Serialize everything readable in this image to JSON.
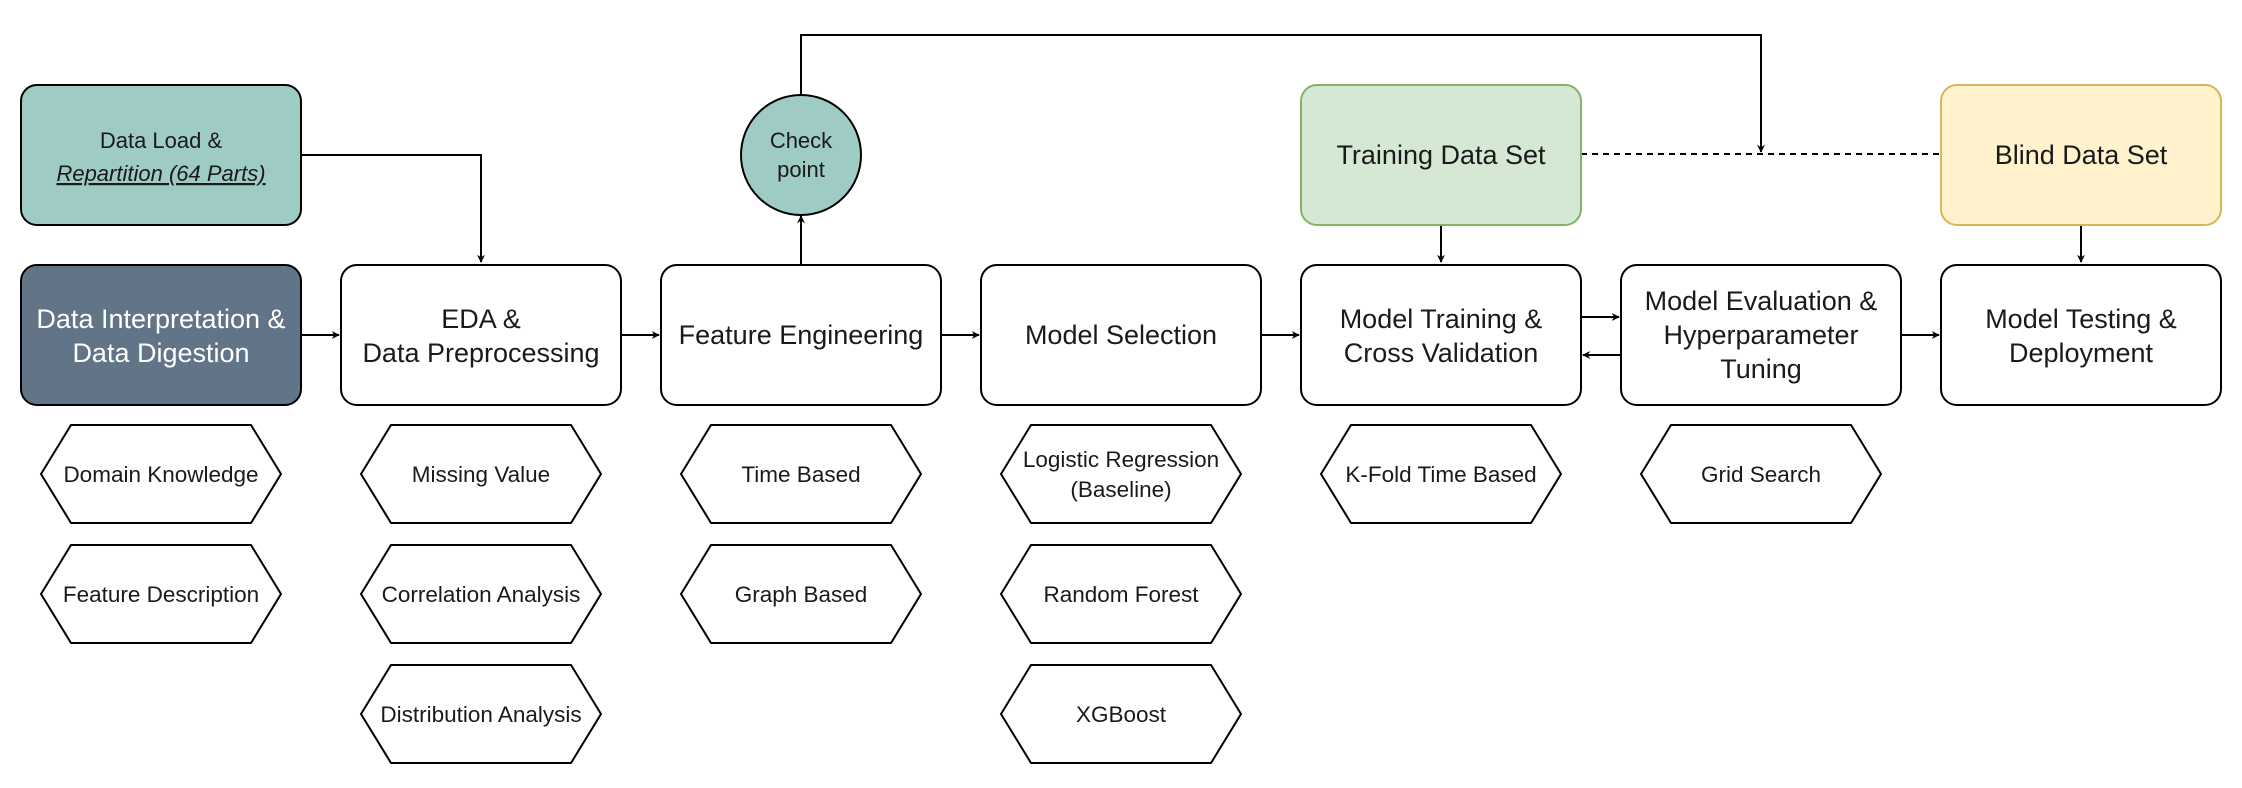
{
  "colors": {
    "data_load_fill": "#9fcbc5",
    "interpretation_fill": "#627588",
    "interpretation_text": "#ffffff",
    "checkpoint_fill": "#9fcbc5",
    "training_fill": "#d5e8d4",
    "training_stroke": "#82b366",
    "blind_fill": "#fff2cc",
    "blind_stroke": "#d6b656",
    "stage_fill": "#ffffff"
  },
  "nodes": {
    "data_load": {
      "line1": "Data Load &",
      "line2": "Repartition (64 Parts)"
    },
    "interpretation": {
      "line1": "Data Interpretation &",
      "line2": "Data Digestion"
    },
    "eda": {
      "line1": "EDA &",
      "line2": "Data Preprocessing"
    },
    "feature_engineering": {
      "line1": "Feature Engineering"
    },
    "checkpoint": {
      "line1": "Check",
      "line2": "point"
    },
    "model_selection": {
      "line1": "Model Selection"
    },
    "training_data_set": {
      "line1": "Training Data Set"
    },
    "model_training": {
      "line1": "Model Training &",
      "line2": "Cross Validation"
    },
    "model_evaluation": {
      "line1": "Model Evaluation &",
      "line2": "Hyperparameter",
      "line3": "Tuning"
    },
    "blind_data_set": {
      "line1": "Blind Data Set"
    },
    "model_testing": {
      "line1": "Model Testing &",
      "line2": "Deployment"
    }
  },
  "techniques": {
    "interpretation": [
      "Domain Knowledge",
      "Feature Description"
    ],
    "eda": [
      "Missing Value",
      "Correlation Analysis",
      "Distribution Analysis"
    ],
    "feature_engineering": [
      "Time Based",
      "Graph Based"
    ],
    "model_selection": [
      {
        "line1": "Logistic Regression",
        "line2": "(Baseline)"
      },
      {
        "line1": "Random Forest"
      },
      {
        "line1": "XGBoost"
      }
    ],
    "model_training": [
      "K-Fold Time Based"
    ],
    "model_evaluation": [
      "Grid Search"
    ]
  }
}
